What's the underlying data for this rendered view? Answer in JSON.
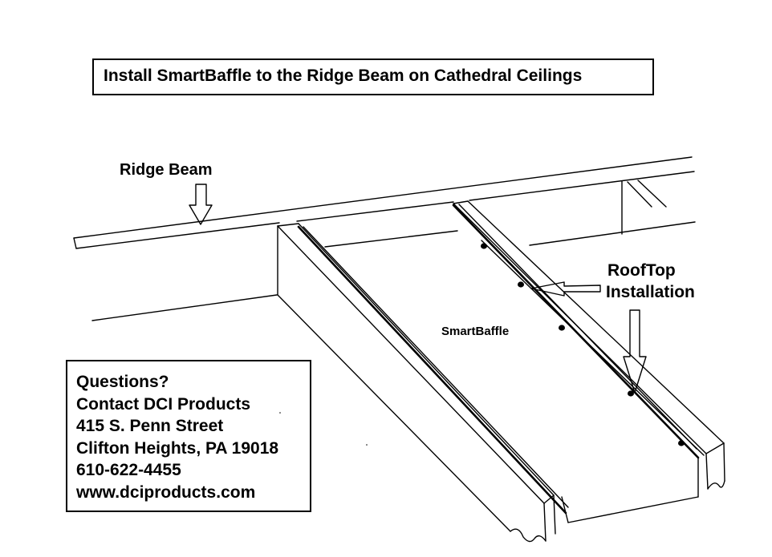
{
  "title": "Install SmartBaffle to the Ridge Beam on Cathedral Ceilings",
  "labels": {
    "ridge_beam": "Ridge Beam",
    "rooftop_line1": "RoofTop",
    "rooftop_line2": "Installation",
    "smartbaffle": "SmartBaffle"
  },
  "contact": {
    "line1": "Questions?",
    "line2": "Contact DCI Products",
    "line3": "415 S. Penn Street",
    "line4": "Clifton Heights, PA 19018",
    "line5": "610-622-4455",
    "line6": "www.dciproducts.com"
  },
  "colors": {
    "ink": "#000000",
    "background": "#ffffff"
  }
}
